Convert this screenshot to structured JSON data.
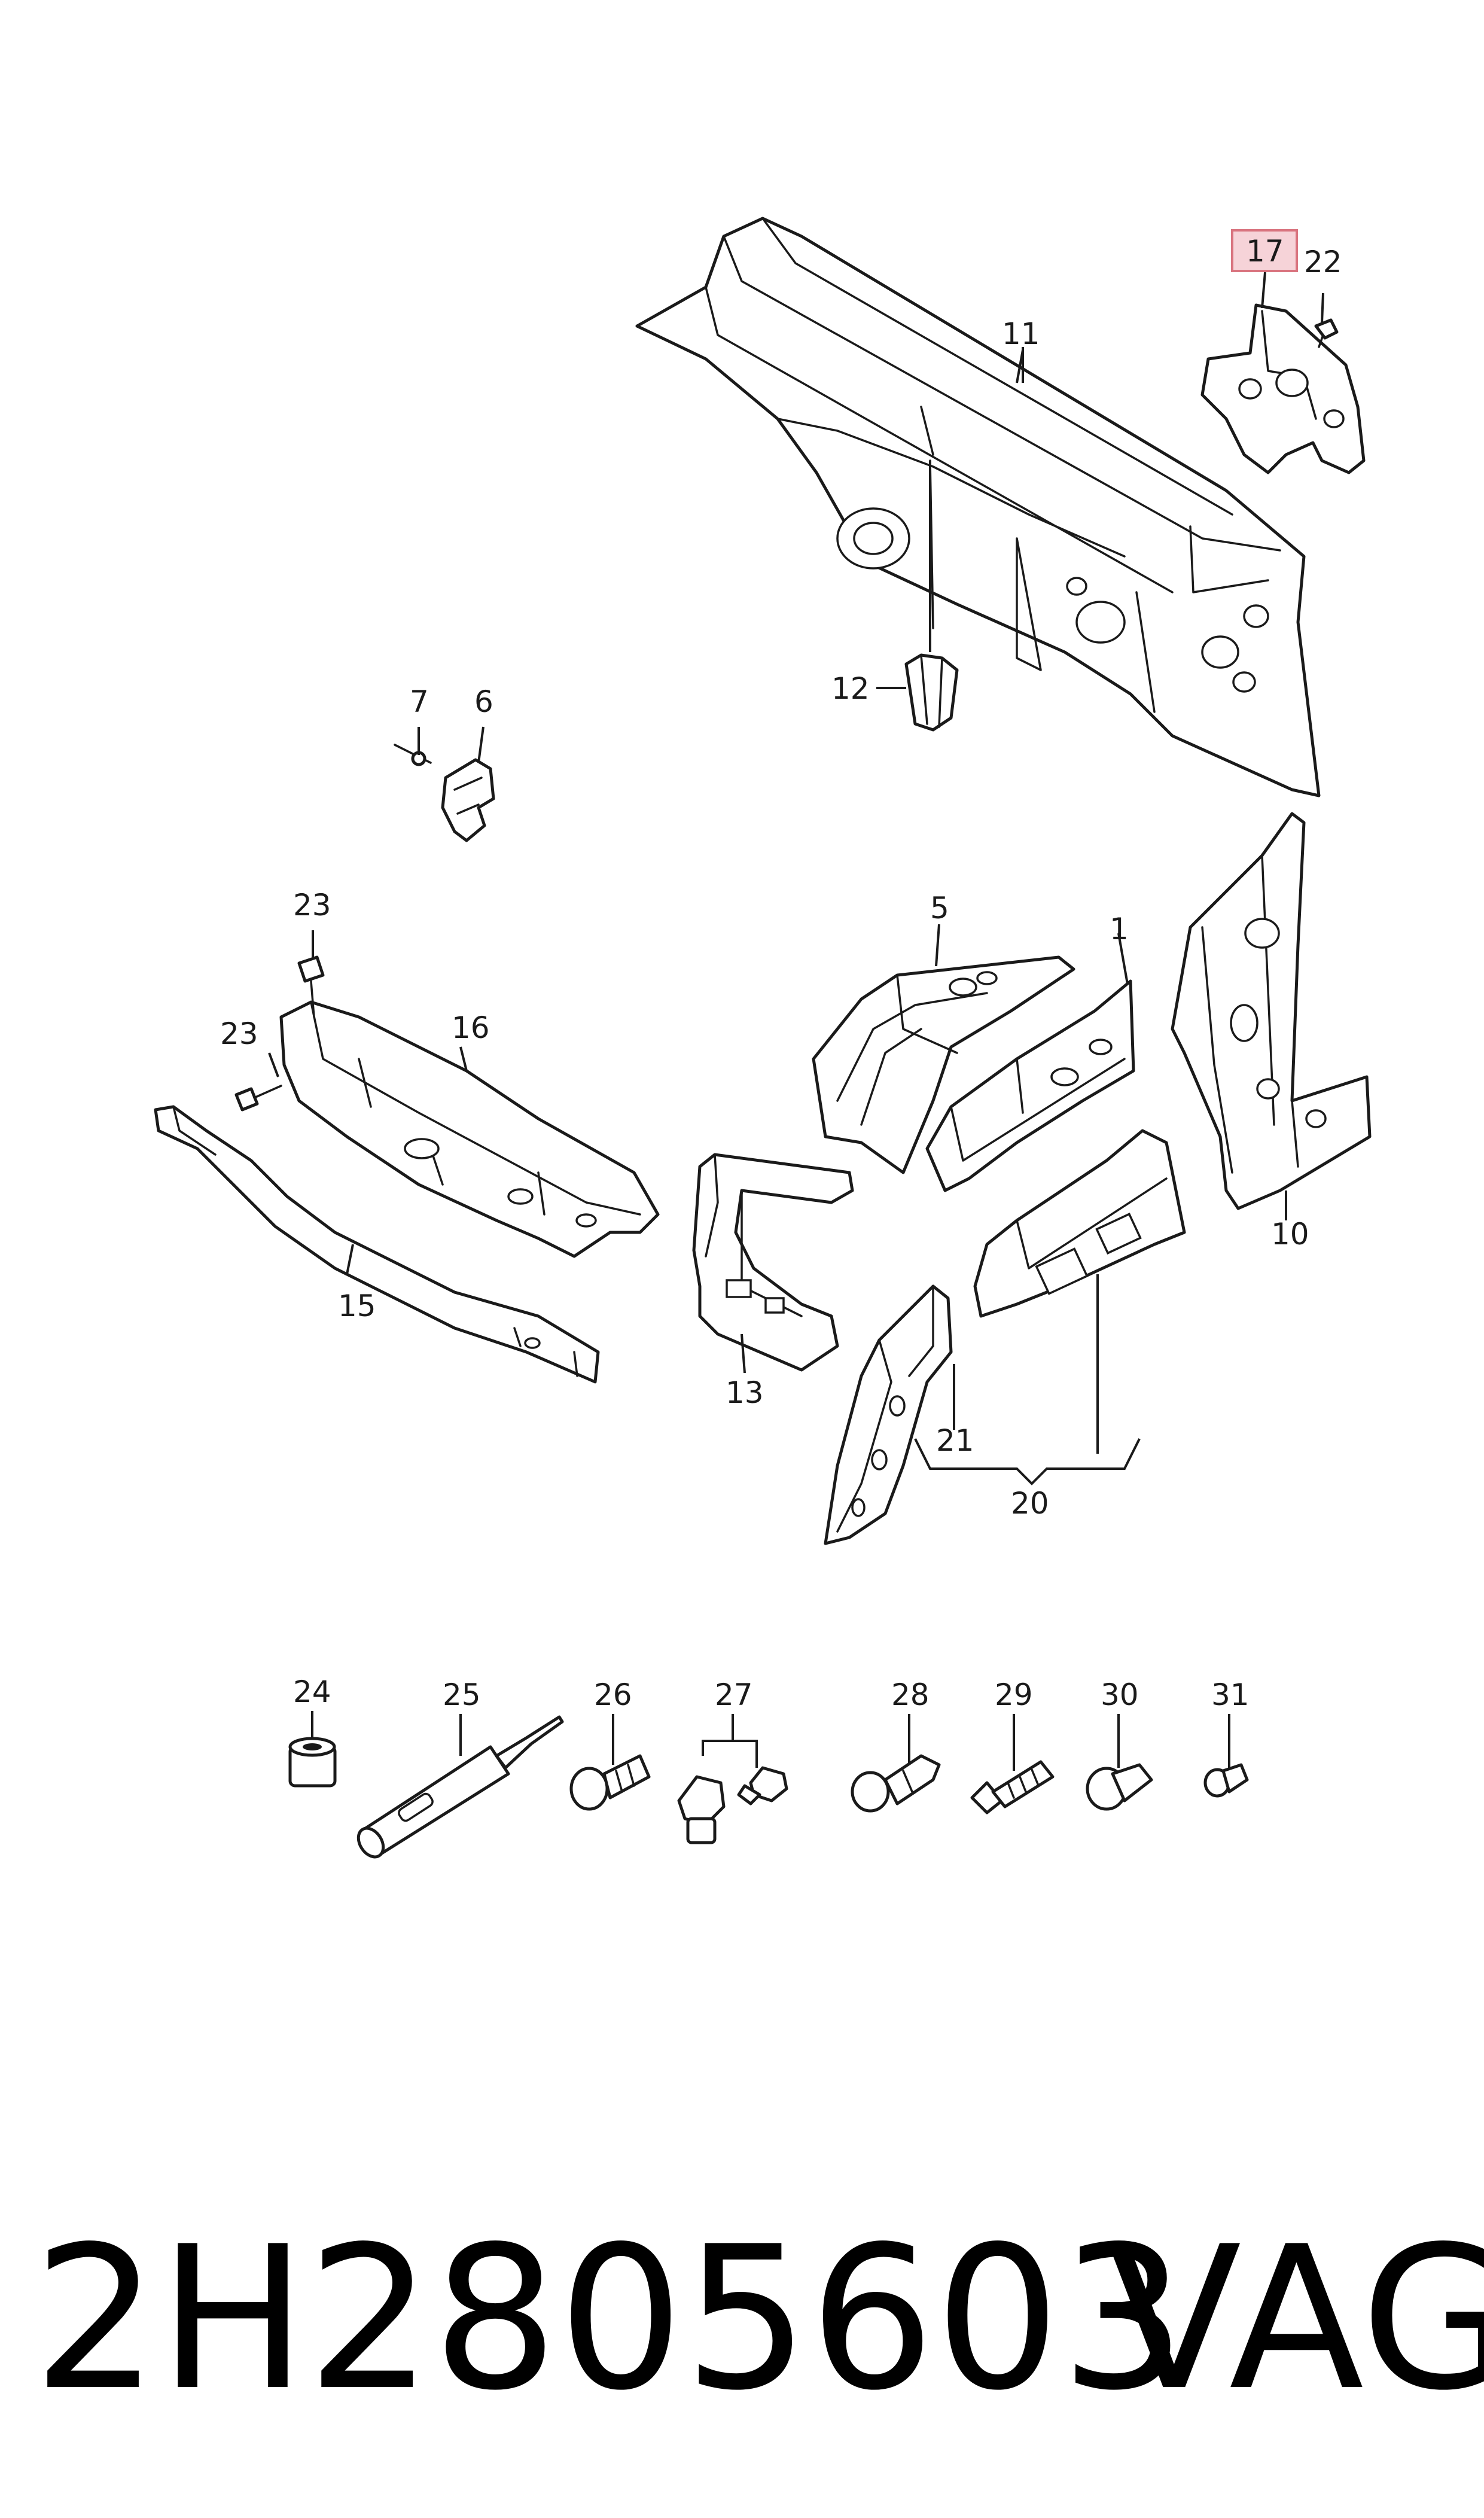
{
  "diagram": {
    "callouts": {
      "p1": "1",
      "p5": "5",
      "p6": "6",
      "p7": "7",
      "p10": "10",
      "p11": "11",
      "p12": "12",
      "p13": "13",
      "p15": "15",
      "p16": "16",
      "p17": "17",
      "p20": "20",
      "p21": "21",
      "p22": "22",
      "p23a": "23",
      "p23b": "23",
      "p24": "24",
      "p25": "25",
      "p26": "26",
      "p27": "27",
      "p28": "28",
      "p29": "29",
      "p30": "30",
      "p31": "31"
    },
    "highlighted_part": "17",
    "highlight_color": "#f6d3d8"
  },
  "footer": {
    "part_number": "2H2805603",
    "brand": "VAG"
  }
}
